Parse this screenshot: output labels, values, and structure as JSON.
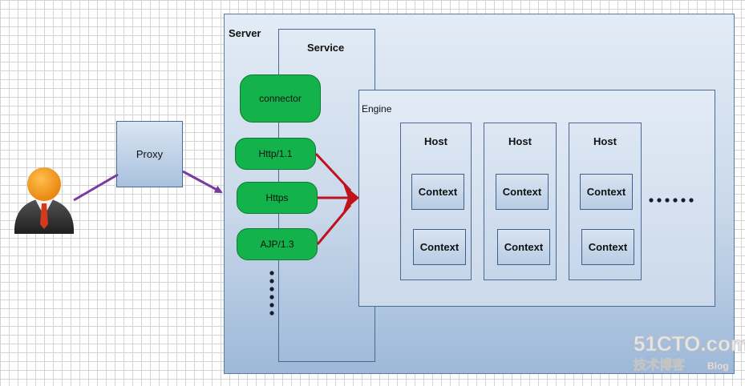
{
  "server": {
    "label": "Server"
  },
  "service": {
    "label": "Service"
  },
  "engine": {
    "label": "Engine"
  },
  "proxy": {
    "label": "Proxy"
  },
  "connectors": [
    "connector",
    "Http/1.1",
    "Https",
    "AJP/1.3"
  ],
  "hosts": [
    {
      "label": "Host",
      "contexts": [
        "Context",
        "Context"
      ]
    },
    {
      "label": "Host",
      "contexts": [
        "Context",
        "Context"
      ]
    },
    {
      "label": "Host",
      "contexts": [
        "Context",
        "Context"
      ]
    }
  ],
  "colors": {
    "connector_fill": "#13b24a",
    "red_arrow": "#c0121b",
    "purple_arrow": "#7b3aa0",
    "user_head": "#f29a1e",
    "user_tie": "#d23a1e"
  },
  "icons": [
    "user-icon",
    "horizontal-ellipsis-icon",
    "vertical-ellipsis-icon"
  ],
  "watermark": {
    "main": "51CTO.com",
    "sub": "技术博客",
    "tag": "Blog"
  }
}
